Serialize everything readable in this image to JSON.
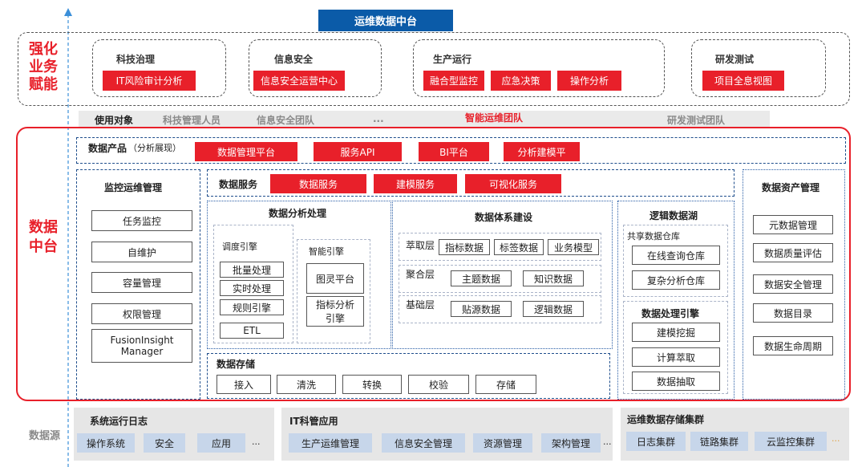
{
  "header": {
    "title": "运维数据中台"
  },
  "top": {
    "label": "强化\n业务\n赋能",
    "groups": [
      {
        "title": "科技治理",
        "items": [
          "IT风险审计分析"
        ]
      },
      {
        "title": "信息安全",
        "items": [
          "信息安全运营中心"
        ]
      },
      {
        "title": "生产运行",
        "items": [
          "融合型监控",
          "应急决策",
          "操作分析"
        ]
      },
      {
        "title": "研发测试",
        "items": [
          "项目全息视图"
        ]
      }
    ]
  },
  "users": {
    "label": "使用对象",
    "items": [
      "科技管理人员",
      "信息安全团队",
      "...",
      "智能运维团队",
      "研发测试团队"
    ]
  },
  "middle": {
    "label": "数据\n中台",
    "product": {
      "label": "数据产品",
      "sublabel": "（分析展现）",
      "items": [
        "数据管理平台",
        "服务API",
        "BI平台",
        "分析建模平"
      ]
    },
    "monitor": {
      "title": "监控运维管理",
      "items": [
        "任务监控",
        "自维护",
        "容量管理",
        "权限管理",
        "FusionInsight Manager"
      ]
    },
    "service": {
      "label": "数据服务",
      "items": [
        "数据服务",
        "建模服务",
        "可视化服务"
      ]
    },
    "analysis": {
      "title": "数据分析处理",
      "scheduler": {
        "title": "调度引擎",
        "items": [
          "批量处理",
          "实时处理",
          "规则引擎",
          "ETL"
        ]
      },
      "smart": {
        "title": "智能引擎",
        "items": [
          "图灵平台",
          "指标分析引擎"
        ]
      }
    },
    "system": {
      "title": "数据体系建设",
      "layers": [
        {
          "name": "萃取层",
          "items": [
            "指标数据",
            "标签数据",
            "业务模型"
          ]
        },
        {
          "name": "聚合层",
          "items": [
            "主题数据",
            "知识数据"
          ]
        },
        {
          "name": "基础层",
          "items": [
            "贴源数据",
            "逻辑数据"
          ]
        }
      ]
    },
    "lake": {
      "title": "逻辑数据湖",
      "shared": {
        "title": "共享数据仓库",
        "items": [
          "在线查询仓库",
          "复杂分析仓库"
        ]
      },
      "engine": {
        "title": "数据处理引擎",
        "items": [
          "建模挖掘",
          "计算萃取",
          "数据抽取"
        ]
      }
    },
    "storage": {
      "title": "数据存储",
      "items": [
        "接入",
        "清洗",
        "转换",
        "校验",
        "存储"
      ]
    },
    "asset": {
      "title": "数据资产管理",
      "items": [
        "元数据管理",
        "数据质量评估",
        "数据安全管理",
        "数据目录",
        "数据生命周期"
      ]
    }
  },
  "sources": {
    "label": "数据源",
    "groups": [
      {
        "title": "系统运行日志",
        "items": [
          "操作系统",
          "安全",
          "应用"
        ],
        "more": "..."
      },
      {
        "title": "IT科管应用",
        "items": [
          "生产运维管理",
          "信息安全管理",
          "资源管理",
          "架构管理"
        ],
        "more": "..."
      },
      {
        "title": "运维数据存储集群",
        "items": [
          "日志集群",
          "链路集群",
          "云监控集群"
        ],
        "more": "..."
      }
    ]
  },
  "colors": {
    "accent": "#e8202a",
    "header": "#0b5ba8",
    "border_blue": "#1f4e8c"
  }
}
